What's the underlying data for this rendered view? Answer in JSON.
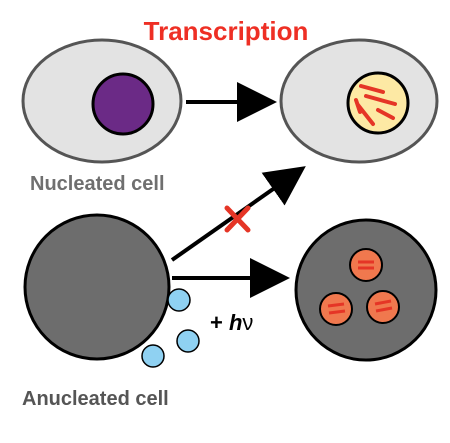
{
  "title": "Transcription",
  "labels": {
    "nucleated_cell": "Nucleated cell",
    "anucleated_cell": "Anucleated cell",
    "light_prefix": "+ ",
    "light_h": "h",
    "light_nu": "ν"
  },
  "colors": {
    "title": "#ee2f24",
    "label": "#6f6f6f",
    "label_dark": "#555555",
    "cell_light": "#e3e3e3",
    "cell_dark": "#6d6d6d",
    "nucleus": "#6b2a86",
    "nucleus_active": "#fde9a4",
    "red_mark": "#e53526",
    "droplet": "#f0784e",
    "bubble": "#8fd1f2",
    "arrow": "#000000"
  },
  "icons": {
    "blocked": "red-x-icon",
    "light": "hv-symbol"
  }
}
